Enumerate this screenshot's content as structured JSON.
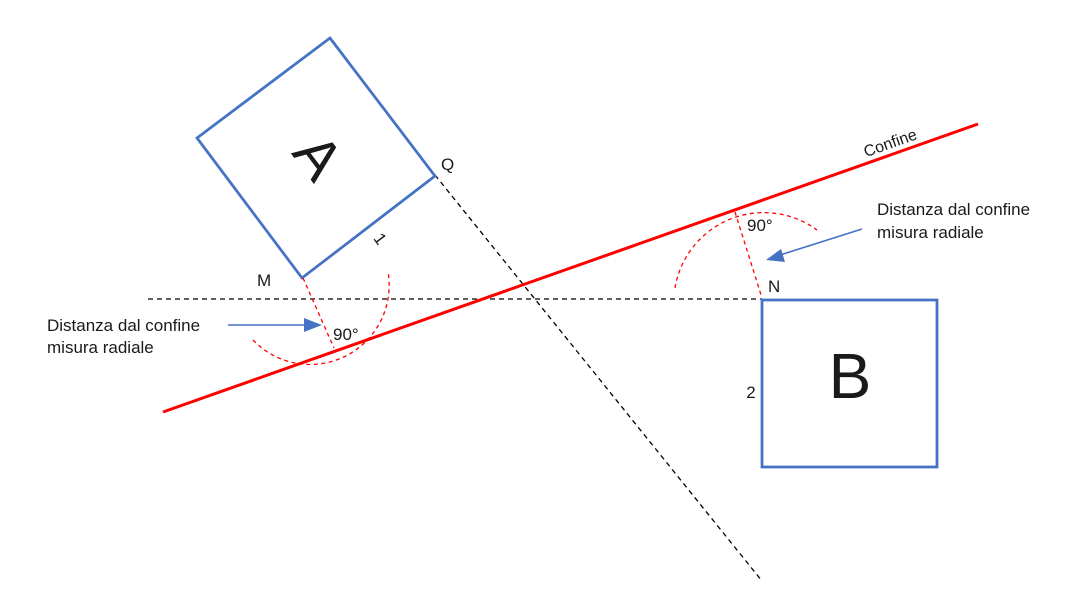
{
  "colors": {
    "boundary": "#ff0000",
    "measure": "#ff0000",
    "parcel": "#4472c4",
    "arrow": "#4472c4",
    "guide": "#000000"
  },
  "labels": {
    "parcel_a": "A",
    "parcel_b": "B",
    "point_q": "Q",
    "point_m": "M",
    "point_n": "N",
    "side_a": "1",
    "side_b": "2",
    "angle_left": "90°",
    "angle_right": "90°",
    "boundary": "Confine"
  },
  "annotations": {
    "left": {
      "line1": "Distanza dal confine",
      "line2": "misura radiale"
    },
    "right": {
      "line1": "Distanza dal confine",
      "line2": "misura radiale"
    }
  }
}
